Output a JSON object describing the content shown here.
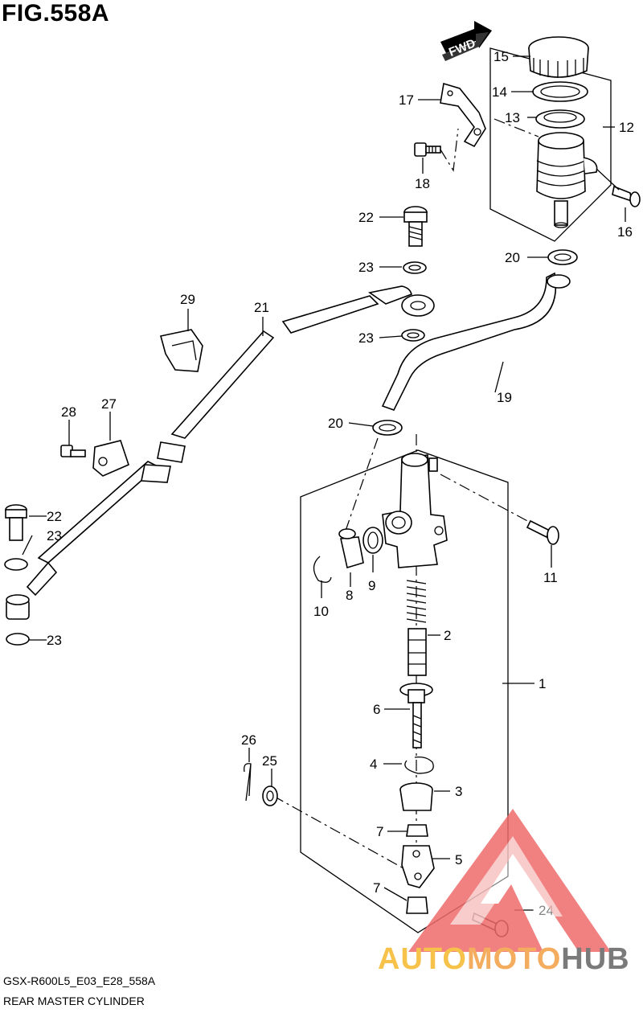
{
  "figure": {
    "title": "FIG.558A",
    "fwd_label": "FWD",
    "model_code": "GSX-R600L5_E03_E28_558A",
    "section_name": "REAR MASTER CYLINDER"
  },
  "callouts": [
    "1",
    "2",
    "3",
    "4",
    "5",
    "6",
    "7",
    "7",
    "8",
    "9",
    "10",
    "11",
    "12",
    "13",
    "14",
    "15",
    "16",
    "17",
    "18",
    "19",
    "20",
    "20",
    "21",
    "22",
    "22",
    "23",
    "23",
    "23",
    "23",
    "24",
    "25",
    "26",
    "27",
    "28",
    "29"
  ],
  "watermark": {
    "part1": "AUTO",
    "part2": "MOTO",
    "part3": "HUB",
    "colors": {
      "auto": "#f6c24a",
      "moto": "#f4ad5e",
      "hub": "#7a7a7a",
      "triangle": "#ef6b6b"
    }
  }
}
